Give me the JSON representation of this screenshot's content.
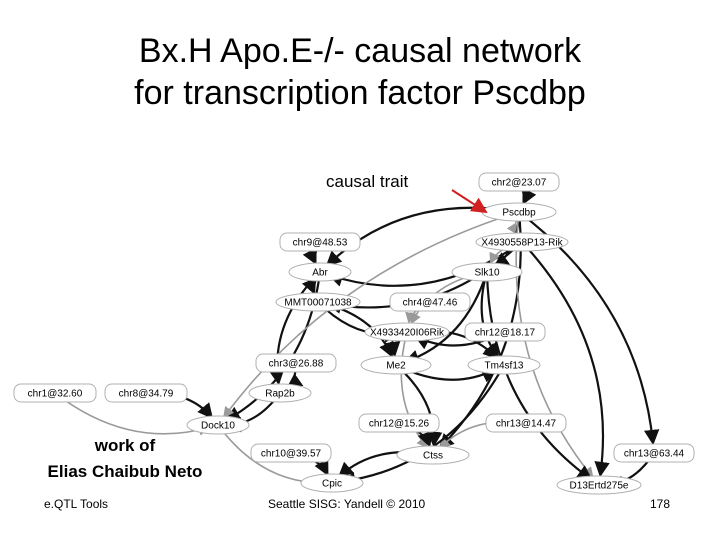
{
  "title": {
    "line1": "Bx.H Apo.E-/- causal network",
    "line2": "for transcription factor Pscdbp"
  },
  "annotation": "causal trait",
  "credit": {
    "line1": "work of",
    "line2": "Elias Chaibub Neto"
  },
  "footer": {
    "left": "e.QTL Tools",
    "center": "Seattle SISG: Yandell © 2010",
    "page": "178"
  },
  "nodes": [
    {
      "id": "chr2_23",
      "label": "chr2@23.07",
      "shape": "rect"
    },
    {
      "id": "pscdbp",
      "label": "Pscdbp",
      "shape": "ellipse"
    },
    {
      "id": "chr9",
      "label": "chr9@48.53",
      "shape": "rect"
    },
    {
      "id": "x4930558",
      "label": "X4930558P13-Rik",
      "shape": "ellipse"
    },
    {
      "id": "abr",
      "label": "Abr",
      "shape": "ellipse"
    },
    {
      "id": "slk10",
      "label": "Slk10",
      "shape": "ellipse"
    },
    {
      "id": "mmt",
      "label": "MMT00071038",
      "shape": "ellipse"
    },
    {
      "id": "chr4",
      "label": "chr4@47.46",
      "shape": "rect"
    },
    {
      "id": "x4933420",
      "label": "X4933420I06Rik",
      "shape": "ellipse"
    },
    {
      "id": "chr12_18",
      "label": "chr12@18.17",
      "shape": "rect"
    },
    {
      "id": "chr3",
      "label": "chr3@26.88",
      "shape": "rect"
    },
    {
      "id": "me2",
      "label": "Me2",
      "shape": "ellipse"
    },
    {
      "id": "tm4sf13",
      "label": "Tm4sf13",
      "shape": "ellipse"
    },
    {
      "id": "rap2b",
      "label": "Rap2b",
      "shape": "ellipse"
    },
    {
      "id": "chr1",
      "label": "chr1@32.60",
      "shape": "rect"
    },
    {
      "id": "chr8",
      "label": "chr8@34.79",
      "shape": "rect"
    },
    {
      "id": "dock10",
      "label": "Dock10",
      "shape": "ellipse"
    },
    {
      "id": "chr12_15",
      "label": "chr12@15.26",
      "shape": "rect"
    },
    {
      "id": "chr13_14",
      "label": "chr13@14.47",
      "shape": "rect"
    },
    {
      "id": "chr10",
      "label": "chr10@39.57",
      "shape": "rect"
    },
    {
      "id": "ctss",
      "label": "Ctss",
      "shape": "ellipse"
    },
    {
      "id": "chr13_63",
      "label": "chr13@63.44",
      "shape": "rect"
    },
    {
      "id": "cpic",
      "label": "Cpic",
      "shape": "ellipse"
    },
    {
      "id": "d13",
      "label": "D13Ertd275e",
      "shape": "ellipse"
    }
  ],
  "edges": [
    [
      "chr2_23",
      "pscdbp"
    ],
    [
      "pscdbp",
      "x4930558"
    ],
    [
      "pscdbp",
      "slk10"
    ],
    [
      "pscdbp",
      "abr"
    ],
    [
      "pscdbp",
      "ctss"
    ],
    [
      "pscdbp",
      "d13"
    ],
    [
      "pscdbp",
      "chr13_63"
    ],
    [
      "chr9",
      "abr"
    ],
    [
      "x4930558",
      "abr"
    ],
    [
      "x4930558",
      "slk10"
    ],
    [
      "x4930558",
      "mmt"
    ],
    [
      "abr",
      "mmt"
    ],
    [
      "abr",
      "dock10"
    ],
    [
      "slk10",
      "x4933420"
    ],
    [
      "slk10",
      "me2"
    ],
    [
      "mmt",
      "x4933420"
    ],
    [
      "mmt",
      "me2"
    ],
    [
      "chr4",
      "x4933420"
    ],
    [
      "chr12_18",
      "x4933420"
    ],
    [
      "x4933420",
      "me2"
    ],
    [
      "x4933420",
      "tm4sf13"
    ],
    [
      "x4933420",
      "ctss"
    ],
    [
      "chr3",
      "rap2b"
    ],
    [
      "me2",
      "tm4sf13"
    ],
    [
      "rap2b",
      "dock10"
    ],
    [
      "chr1",
      "dock10"
    ],
    [
      "chr8",
      "dock10"
    ],
    [
      "abr",
      "rap2b"
    ],
    [
      "chr12_15",
      "ctss"
    ],
    [
      "chr13_14",
      "ctss"
    ],
    [
      "chr10",
      "cpic"
    ],
    [
      "ctss",
      "cpic"
    ],
    [
      "tm4sf13",
      "cpic"
    ],
    [
      "dock10",
      "cpic"
    ],
    [
      "x4930558",
      "d13"
    ],
    [
      "slk10",
      "d13"
    ],
    [
      "chr13_63",
      "d13"
    ],
    [
      "pscdbp",
      "dock10"
    ],
    [
      "me2",
      "ctss"
    ],
    [
      "slk10",
      "tm4sf13"
    ]
  ],
  "colors": {
    "text": "#000000",
    "node_fill": "#ffffff",
    "node_stroke": "#b0b0b0",
    "edge": "#111111",
    "edge_light": "#9a9a9a",
    "causal_arrow": "#d02020"
  }
}
